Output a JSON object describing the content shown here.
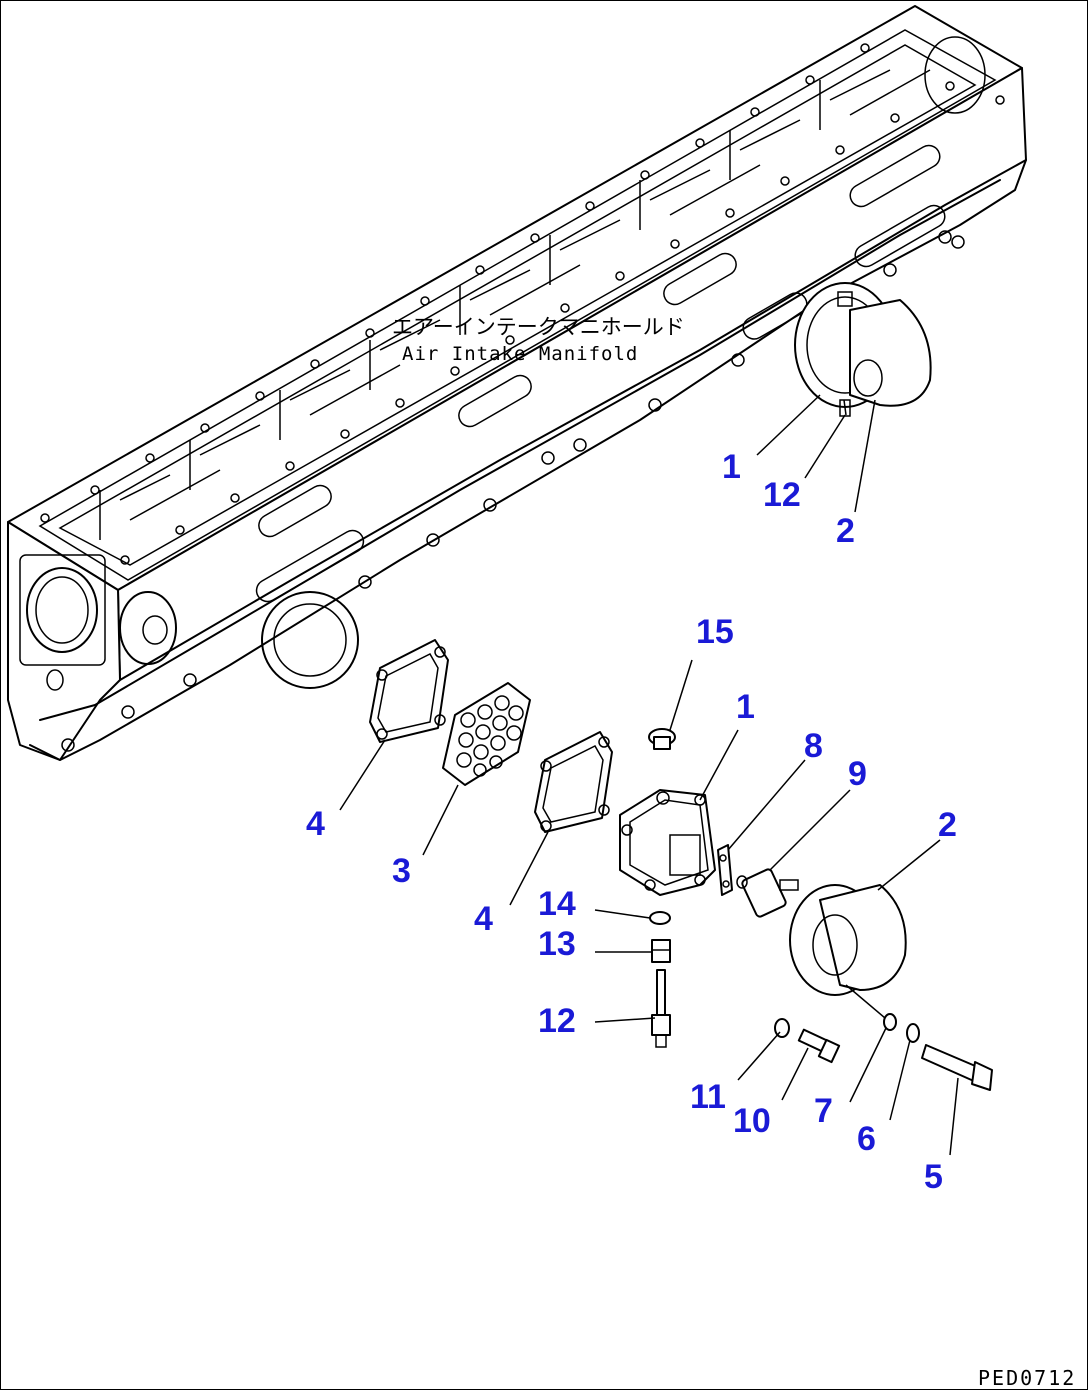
{
  "title": {
    "japanese": "エアーインテークマニホールド",
    "english": "Air Intake Manifold"
  },
  "drawing_code": "PED0712",
  "callout_color": "#1a1ad6",
  "callouts": [
    {
      "id": "c1-top",
      "label": "1"
    },
    {
      "id": "c12-top",
      "label": "12"
    },
    {
      "id": "c2-top",
      "label": "2"
    },
    {
      "id": "c15",
      "label": "15"
    },
    {
      "id": "c1",
      "label": "1"
    },
    {
      "id": "c8",
      "label": "8"
    },
    {
      "id": "c9",
      "label": "9"
    },
    {
      "id": "c2",
      "label": "2"
    },
    {
      "id": "c4-left",
      "label": "4"
    },
    {
      "id": "c3",
      "label": "3"
    },
    {
      "id": "c4-mid",
      "label": "4"
    },
    {
      "id": "c14",
      "label": "14"
    },
    {
      "id": "c13",
      "label": "13"
    },
    {
      "id": "c12",
      "label": "12"
    },
    {
      "id": "c11",
      "label": "11"
    },
    {
      "id": "c10",
      "label": "10"
    },
    {
      "id": "c7",
      "label": "7"
    },
    {
      "id": "c6",
      "label": "6"
    },
    {
      "id": "c5",
      "label": "5"
    }
  ]
}
